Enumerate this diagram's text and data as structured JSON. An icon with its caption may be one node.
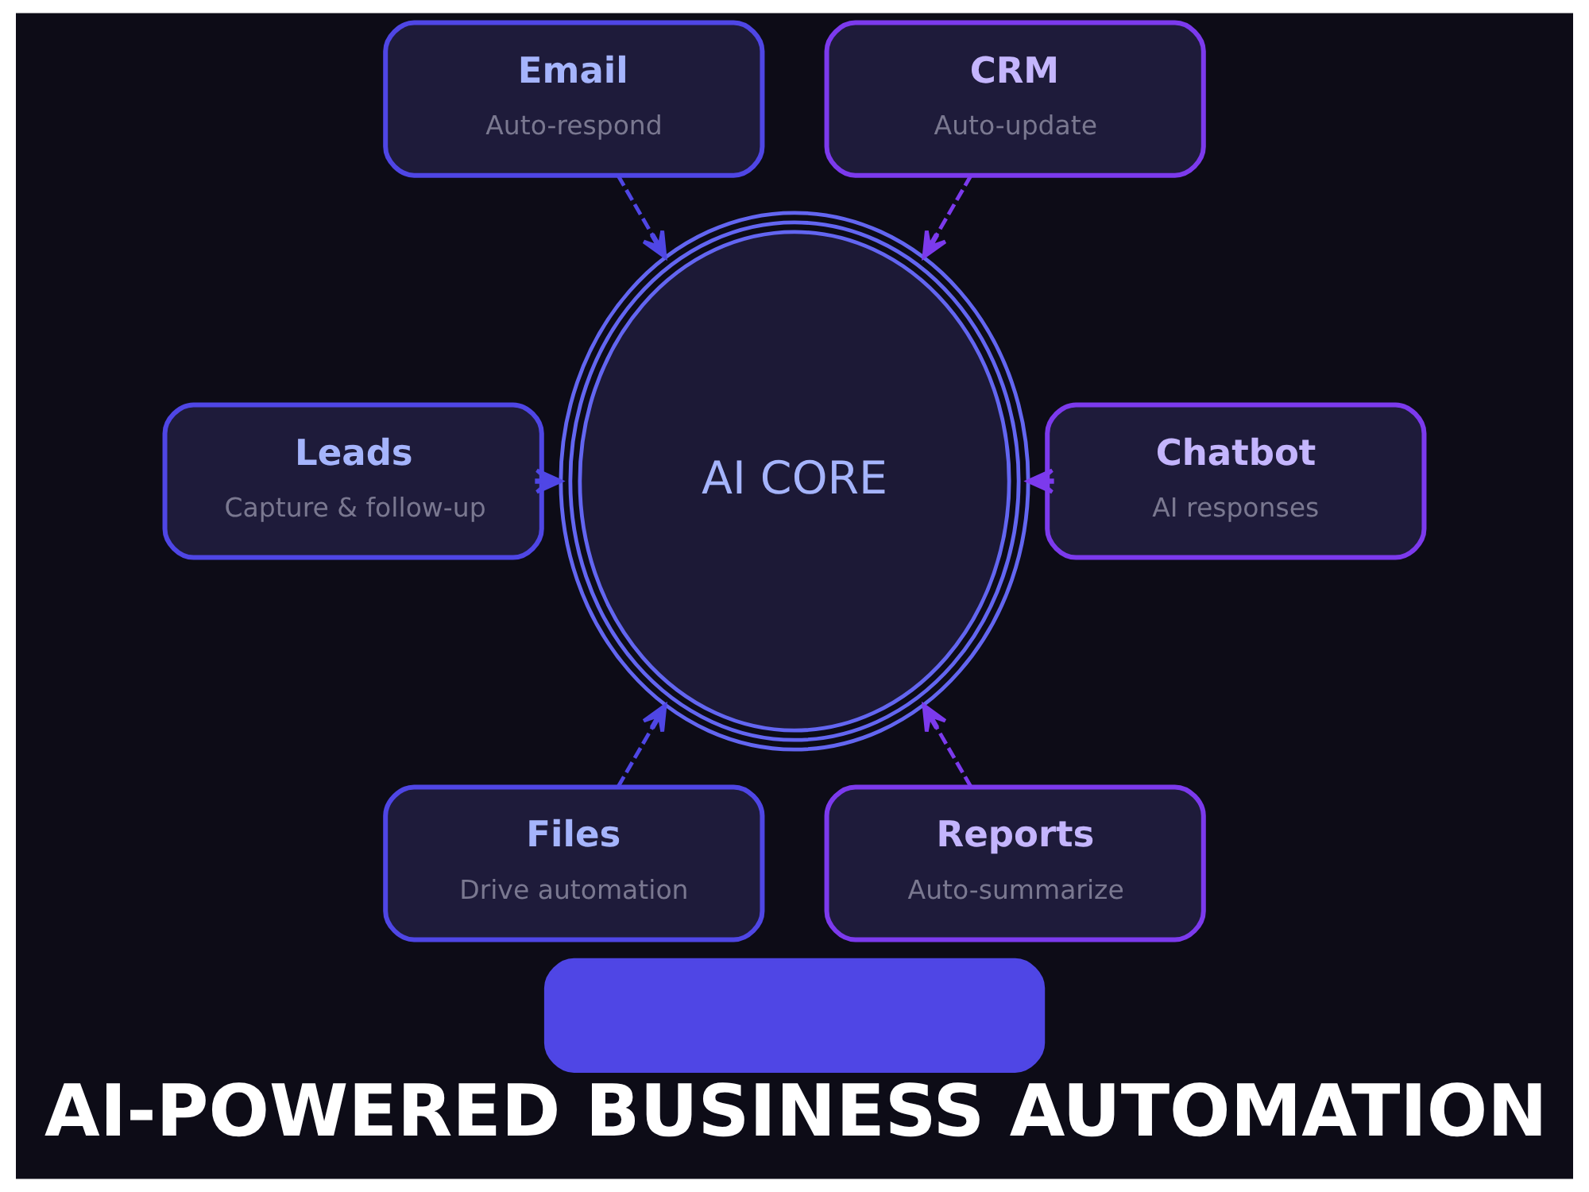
{
  "diagram": {
    "title": "AI-POWERED BUSINESS AUTOMATION",
    "nodes": [
      {
        "text": [],
        "shape": "box"
      },
      {
        "text": [
          "Email",
          "Auto-respond"
        ]
      },
      {
        "text": [
          "CRM",
          "Auto-update"
        ]
      },
      {
        "text": [
          "Leads",
          "Capture & follow-up"
        ]
      },
      {
        "text": [
          "AI CORE"
        ]
      },
      {
        "text": [
          "Chatbot",
          "AI responses"
        ]
      },
      {
        "text": [
          "Files",
          "Drive automation"
        ]
      },
      {
        "text": [
          "Reports",
          "Auto-summarize"
        ]
      }
    ],
    "edges": [
      {
        "from": 1,
        "to": 4,
        "arrow": "to",
        "style": "dashed"
      },
      {
        "from": 2,
        "to": 4,
        "arrow": "to",
        "style": "dashed",
        "color": "#7c3aed"
      },
      {
        "from": 3,
        "to": 4,
        "arrow": "to",
        "style": "dashed"
      },
      {
        "from": 5,
        "to": 4,
        "arrow": "to",
        "style": "dashed",
        "color": "#7c3aed"
      },
      {
        "from": 6,
        "to": 4,
        "arrow": "to",
        "style": "dashed"
      },
      {
        "from": 7,
        "to": 4,
        "arrow": "to",
        "style": "dashed",
        "color": "#7c3aed"
      }
    ]
  }
}
